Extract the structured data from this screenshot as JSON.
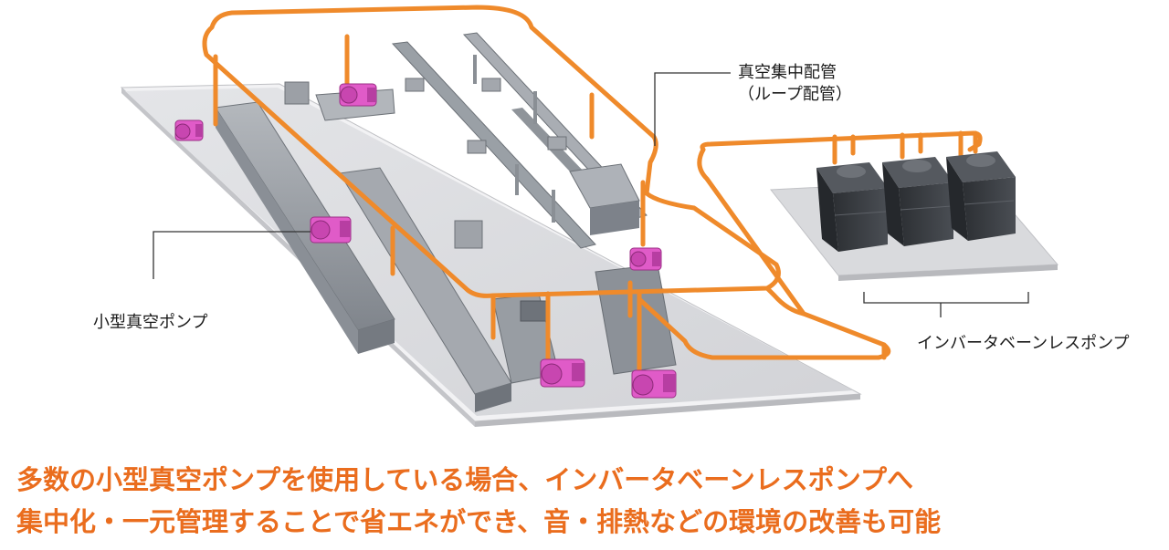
{
  "labels": {
    "vacuum_piping_line1": "真空集中配管",
    "vacuum_piping_line2": "（ループ配管）",
    "small_pump": "小型真空ポンプ",
    "inverter_pump": "インバータベーンレスポンプ"
  },
  "caption": {
    "line1": "多数の小型真空ポンプを使用している場合、インバータベーンレスポンプへ",
    "line2": "集中化・一元管理することで省エネができ、音・排熱などの環境の改善も可能"
  },
  "colors": {
    "pipe": "#ef8a2b",
    "caption": "#ea6d1e",
    "small_pump": "#e05bc8",
    "inverter_unit": "#3a3d42",
    "floor": "#dcdde0",
    "machine": "#8e939a"
  },
  "counts": {
    "small_pumps": 6,
    "inverter_units": 3
  }
}
